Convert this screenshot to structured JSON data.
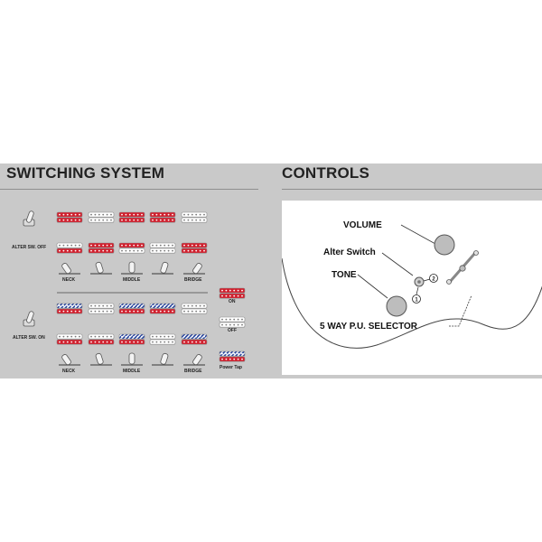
{
  "switching": {
    "title": "SWITCHING SYSTEM",
    "alter_off_label": "ALTER SW. OFF",
    "alter_on_label": "ALTER SW. ON",
    "positions": [
      "NECK",
      "MIDDLE",
      "BRIDGE"
    ],
    "legend": {
      "on": "ON",
      "off": "OFF",
      "power_tap": "Power Tap"
    },
    "colors": {
      "on": "#d2202e",
      "off": "#ffffff",
      "tap": "#1f3d9a"
    },
    "groups": [
      {
        "name": "alter-off",
        "top_row": [
          [
            "on",
            "on"
          ],
          [
            "off",
            "off"
          ],
          [
            "on",
            "on"
          ],
          [
            "on",
            "on"
          ],
          [
            "off",
            "off"
          ]
        ],
        "bottom_row": [
          [
            "off",
            "on"
          ],
          [
            "on",
            "on"
          ],
          [
            "on",
            "off"
          ],
          [
            "off",
            "off"
          ],
          [
            "on",
            "on"
          ]
        ]
      },
      {
        "name": "alter-on",
        "top_row": [
          [
            "tap",
            "on"
          ],
          [
            "off",
            "off"
          ],
          [
            "tap",
            "on"
          ],
          [
            "tap",
            "on"
          ],
          [
            "off",
            "off"
          ]
        ],
        "bottom_row": [
          [
            "off",
            "on"
          ],
          [
            "off",
            "on"
          ],
          [
            "tap",
            "on"
          ],
          [
            "off",
            "off"
          ],
          [
            "tap",
            "on"
          ]
        ]
      }
    ]
  },
  "controls": {
    "title": "CONTROLS",
    "volume_label": "VOLUME",
    "alter_switch_label": "Alter Switch",
    "tone_label": "TONE",
    "selector_label": "5 WAY P.U. SELECTOR",
    "marker_1": "1",
    "marker_2": "2"
  }
}
